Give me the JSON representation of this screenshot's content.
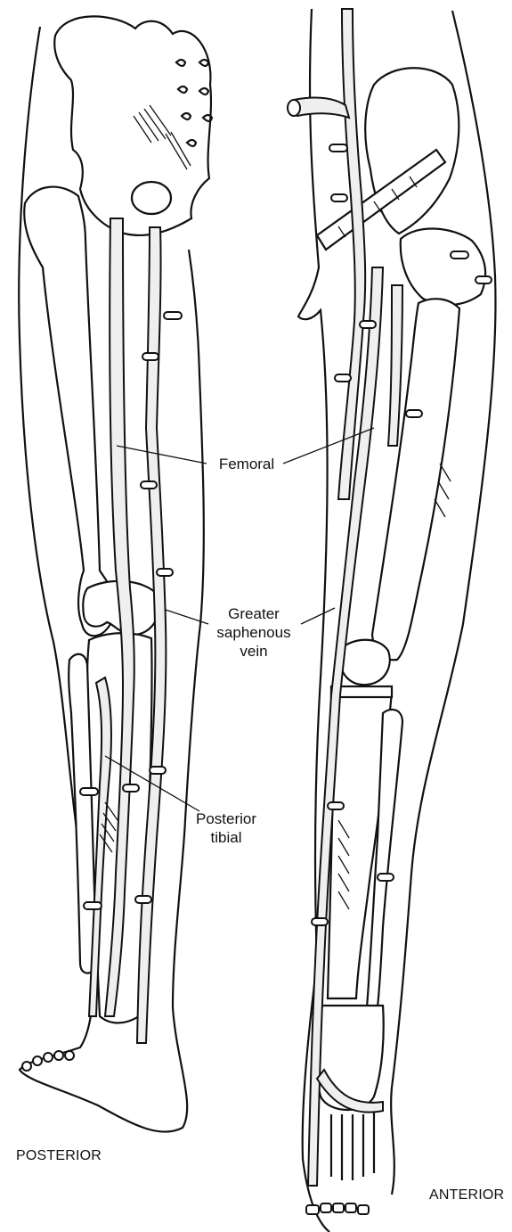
{
  "labels": {
    "femoral": "Femoral",
    "greater_saphenous_line1": "Greater",
    "greater_saphenous_line2": "saphenous",
    "greater_saphenous_line3": "vein",
    "posterior_tibial_line1": "Posterior",
    "posterior_tibial_line2": "tibial",
    "posterior_view": "POSTERIOR",
    "anterior_view": "ANTERIOR"
  },
  "colors": {
    "line": "#111111",
    "vein_fill": "#efefef",
    "background": "#ffffff"
  }
}
